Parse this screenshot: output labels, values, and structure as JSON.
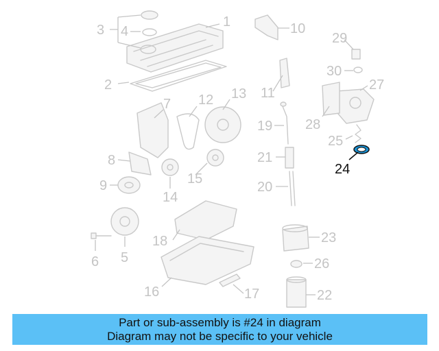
{
  "diagram": {
    "callouts": [
      "1",
      "2",
      "3",
      "4",
      "5",
      "6",
      "7",
      "8",
      "9",
      "10",
      "11",
      "12",
      "13",
      "14",
      "15",
      "16",
      "17",
      "18",
      "19",
      "20",
      "21",
      "22",
      "23",
      "24",
      "25",
      "26",
      "27",
      "28",
      "29",
      "30"
    ],
    "highlighted_part": "24",
    "highlight_color": "#1a8fd0"
  },
  "caption": {
    "line1": "Part or sub-assembly is #24 in diagram",
    "line2": "Diagram may not be specific to your vehicle",
    "background": "#5bc0f6"
  }
}
